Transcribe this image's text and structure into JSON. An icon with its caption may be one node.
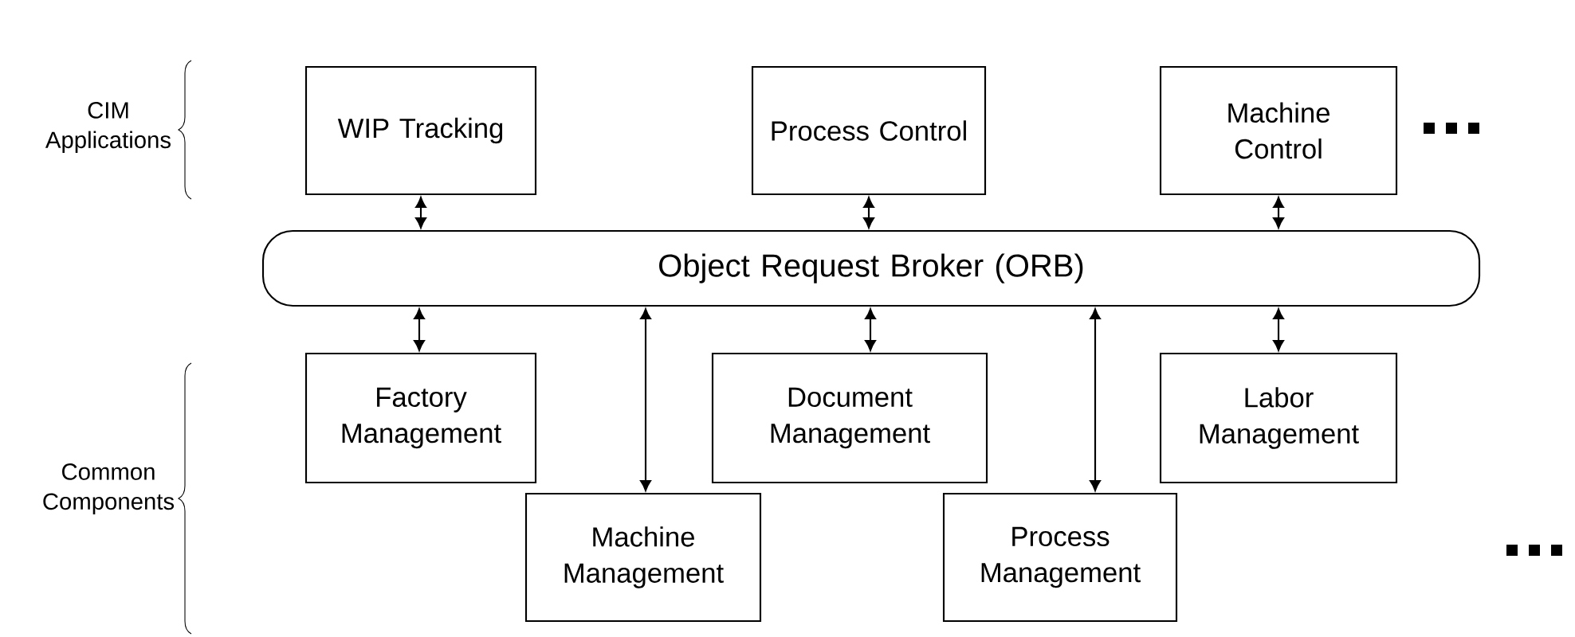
{
  "diagram": {
    "nodes": [
      {
        "text": [
          "WIP Tracking"
        ]
      },
      {
        "text": [
          "Process Control"
        ]
      },
      {
        "text": [
          "Machine Control"
        ]
      },
      {
        "text": [
          "Object Request Broker (ORB)"
        ]
      },
      {
        "text": [
          "Factory Management"
        ]
      },
      {
        "text": [
          "Document Management"
        ]
      },
      {
        "text": [
          "Labor Management"
        ]
      },
      {
        "text": [
          "Machine Management"
        ]
      },
      {
        "text": [
          "Process Management"
        ]
      }
    ],
    "edges": [
      {
        "from": 0,
        "to": 3,
        "arrow": "both"
      },
      {
        "from": 1,
        "to": 3,
        "arrow": "both"
      },
      {
        "from": 2,
        "to": 3,
        "arrow": "both"
      },
      {
        "from": 3,
        "to": 4,
        "arrow": "both"
      },
      {
        "from": 3,
        "to": 7,
        "arrow": "both"
      },
      {
        "from": 3,
        "to": 5,
        "arrow": "both"
      },
      {
        "from": 3,
        "to": 8,
        "arrow": "both"
      },
      {
        "from": 3,
        "to": 6,
        "arrow": "both"
      }
    ],
    "labels": [
      "CIM Applications",
      "Common Components"
    ]
  }
}
